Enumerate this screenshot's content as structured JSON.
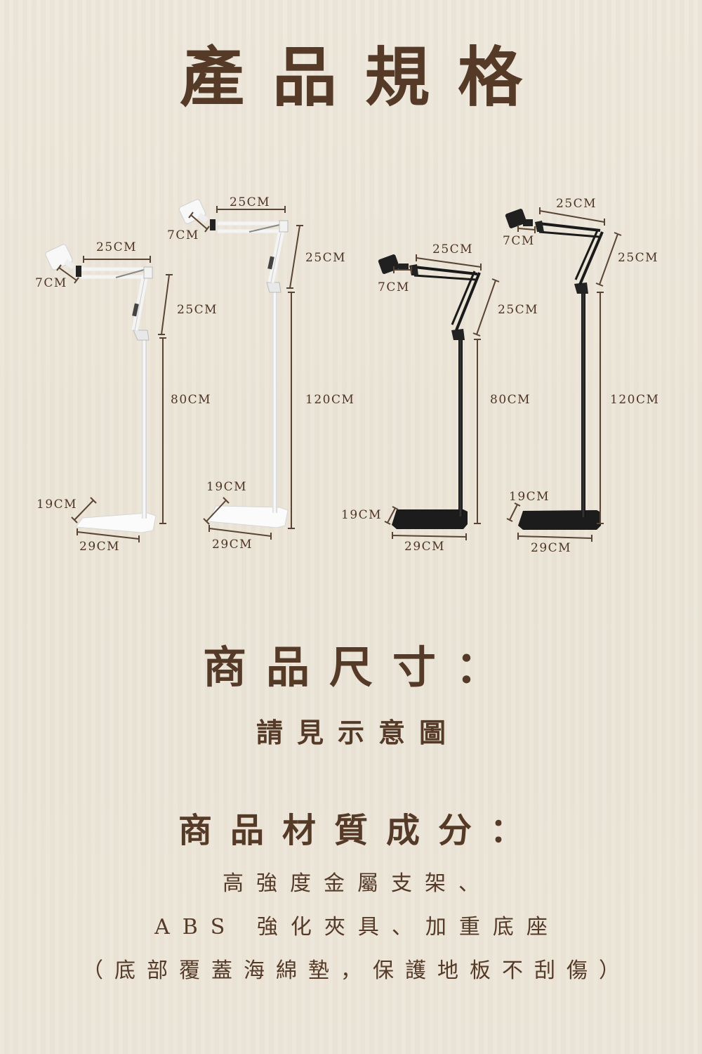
{
  "title": "產品規格",
  "colors": {
    "background": "#ece5d8",
    "text": "#553a27",
    "dimension_line": "#5a4433",
    "white_stand": "#ffffff",
    "black_stand": "#1e1e1e"
  },
  "diagram": {
    "stands": [
      {
        "color": "white",
        "height_label": "80CM",
        "labels": {
          "clamp": "7CM",
          "arm_top": "25CM",
          "arm_side": "25CM",
          "pole": "80CM",
          "base_depth": "19CM",
          "base_width": "29CM"
        }
      },
      {
        "color": "white",
        "height_label": "120CM",
        "labels": {
          "clamp": "7CM",
          "arm_top": "25CM",
          "arm_side": "25CM",
          "pole": "120CM",
          "base_depth": "19CM",
          "base_width": "29CM"
        }
      },
      {
        "color": "black",
        "height_label": "80CM",
        "labels": {
          "clamp": "7CM",
          "arm_top": "25CM",
          "arm_side": "25CM",
          "pole": "80CM",
          "base_depth": "19CM",
          "base_width": "29CM"
        }
      },
      {
        "color": "black",
        "height_label": "120CM",
        "labels": {
          "clamp": "7CM",
          "arm_top": "25CM",
          "arm_side": "25CM",
          "pole": "120CM",
          "base_depth": "19CM",
          "base_width": "29CM"
        }
      }
    ]
  },
  "size_section": {
    "heading": "商品尺寸：",
    "text": "請見示意圖"
  },
  "material_section": {
    "heading": "商品材質成分：",
    "lines": [
      "高強度金屬支架、",
      "ABS 強化夾具、加重底座",
      "（底部覆蓋海綿墊，保護地板不刮傷）"
    ]
  }
}
